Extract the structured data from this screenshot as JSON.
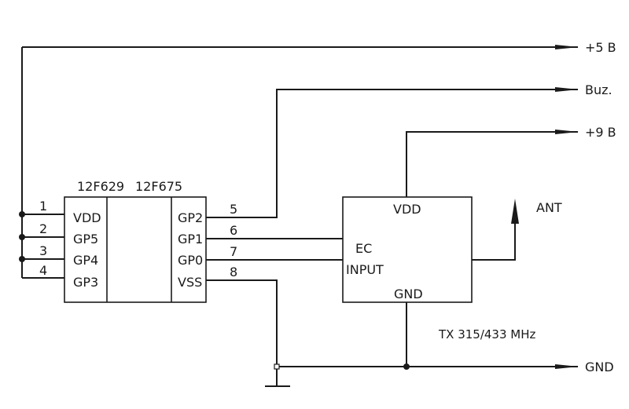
{
  "outputs": {
    "plus5": "+5 В",
    "buz": "Buz.",
    "plus9": "+9 В",
    "gnd": "GND",
    "ant": "ANT"
  },
  "mcu": {
    "part_a": "12F629",
    "part_b": "12F675",
    "left_pins": [
      {
        "num": "1",
        "name": "VDD"
      },
      {
        "num": "2",
        "name": "GP5"
      },
      {
        "num": "3",
        "name": "GP4"
      },
      {
        "num": "4",
        "name": "GP3"
      }
    ],
    "right_pins": [
      {
        "num": "5",
        "name": "GP2"
      },
      {
        "num": "6",
        "name": "GP1"
      },
      {
        "num": "7",
        "name": "GP0"
      },
      {
        "num": "8",
        "name": "VSS"
      }
    ]
  },
  "tx": {
    "vdd": "VDD",
    "ec": "EC",
    "input": "INPUT",
    "gnd": "GND",
    "caption": "TX 315/433 MHz"
  }
}
